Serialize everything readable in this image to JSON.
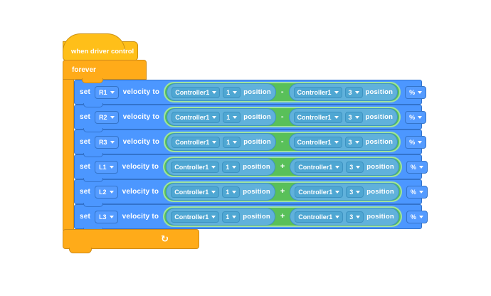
{
  "colors": {
    "hat_fill": "#FFBF19",
    "hat_border": "#CC9213",
    "control_fill": "#FFAB19",
    "control_border": "#CF8B17",
    "stack_fill": "#4C97FF",
    "stack_border": "#3373CC",
    "stack_field_fill": "#549BFF",
    "operator_fill": "#59C059",
    "operator_ring": "#9FE39F",
    "reporter_fill": "#60B1DB",
    "reporter_border": "#3E93C2",
    "reporter_field_fill": "#4FA7D3",
    "background": "#FFFFFF"
  },
  "hat_block": {
    "label": "when driver control"
  },
  "forever_block": {
    "label": "forever",
    "loop_icon": "↻"
  },
  "rows": [
    {
      "set_label": "set",
      "motor": "R1",
      "suffix_label": "velocity to",
      "operand1": {
        "controller": "Controller1",
        "axis": "1",
        "property": "position"
      },
      "operator": "-",
      "operand2": {
        "controller": "Controller1",
        "axis": "3",
        "property": "position"
      },
      "unit": "%"
    },
    {
      "set_label": "set",
      "motor": "R2",
      "suffix_label": "velocity to",
      "operand1": {
        "controller": "Controller1",
        "axis": "1",
        "property": "position"
      },
      "operator": "-",
      "operand2": {
        "controller": "Controller1",
        "axis": "3",
        "property": "position"
      },
      "unit": "%"
    },
    {
      "set_label": "set",
      "motor": "R3",
      "suffix_label": "velocity to",
      "operand1": {
        "controller": "Controller1",
        "axis": "1",
        "property": "position"
      },
      "operator": "-",
      "operand2": {
        "controller": "Controller1",
        "axis": "3",
        "property": "position"
      },
      "unit": "%"
    },
    {
      "set_label": "set",
      "motor": "L1",
      "suffix_label": "velocity to",
      "operand1": {
        "controller": "Controller1",
        "axis": "1",
        "property": "position"
      },
      "operator": "+",
      "operand2": {
        "controller": "Controller1",
        "axis": "3",
        "property": "position"
      },
      "unit": "%"
    },
    {
      "set_label": "set",
      "motor": "L2",
      "suffix_label": "velocity to",
      "operand1": {
        "controller": "Controller1",
        "axis": "1",
        "property": "position"
      },
      "operator": "+",
      "operand2": {
        "controller": "Controller1",
        "axis": "3",
        "property": "position"
      },
      "unit": "%"
    },
    {
      "set_label": "set",
      "motor": "L3",
      "suffix_label": "velocity to",
      "operand1": {
        "controller": "Controller1",
        "axis": "1",
        "property": "position"
      },
      "operator": "+",
      "operand2": {
        "controller": "Controller1",
        "axis": "3",
        "property": "position"
      },
      "unit": "%"
    }
  ]
}
